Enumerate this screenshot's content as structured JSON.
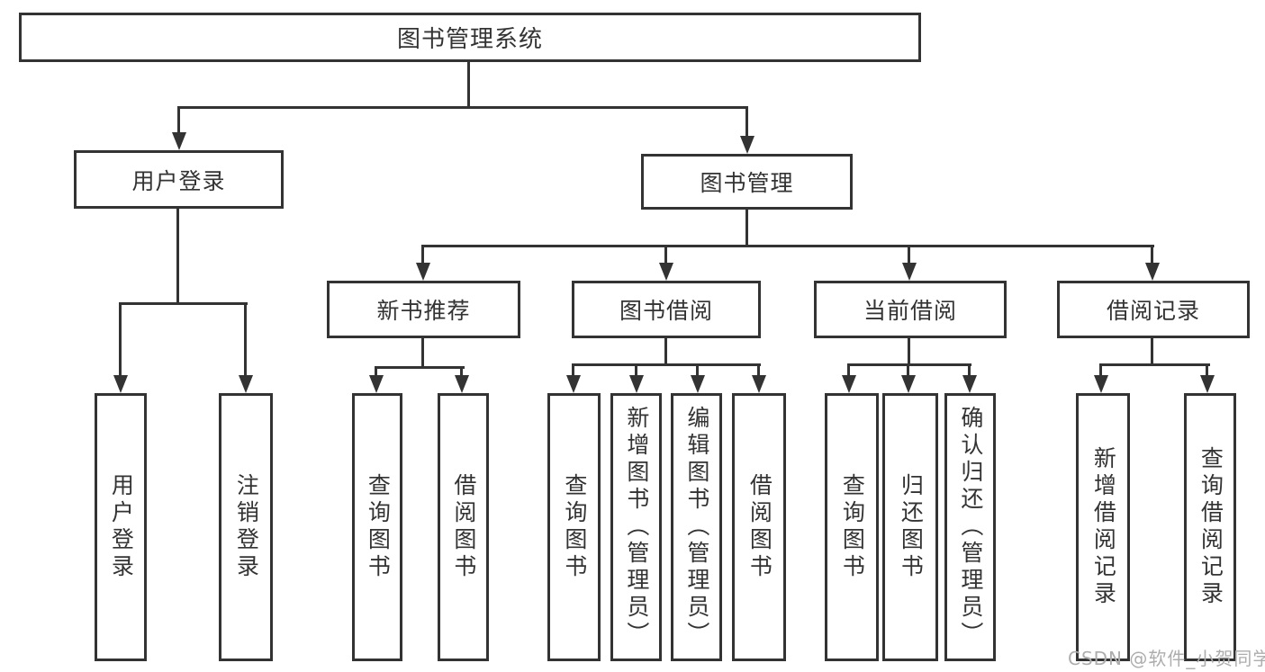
{
  "diagram": {
    "root": {
      "label": "图书管理系统"
    },
    "level2": [
      {
        "label": "用户登录"
      },
      {
        "label": "图书管理"
      }
    ],
    "login_children": [
      "用户登录",
      "注销登录"
    ],
    "modules": [
      {
        "label": "新书推荐",
        "children": [
          "查询图书",
          "借阅图书"
        ]
      },
      {
        "label": "图书借阅",
        "children": [
          "查询图书",
          "新增图书（管理员）",
          "编辑图书（管理员）",
          "借阅图书"
        ]
      },
      {
        "label": "当前借阅",
        "children": [
          "查询图书",
          "归还图书",
          "确认归还（管理员）"
        ]
      },
      {
        "label": "借阅记录",
        "children": [
          "新增借阅记录",
          "查询借阅记录"
        ]
      }
    ],
    "watermark": "CSDN @软件_小贺同学",
    "colors": {
      "line": "#333333",
      "text": "#333333",
      "watermark": "#adadad",
      "background": "#ffffff"
    }
  }
}
